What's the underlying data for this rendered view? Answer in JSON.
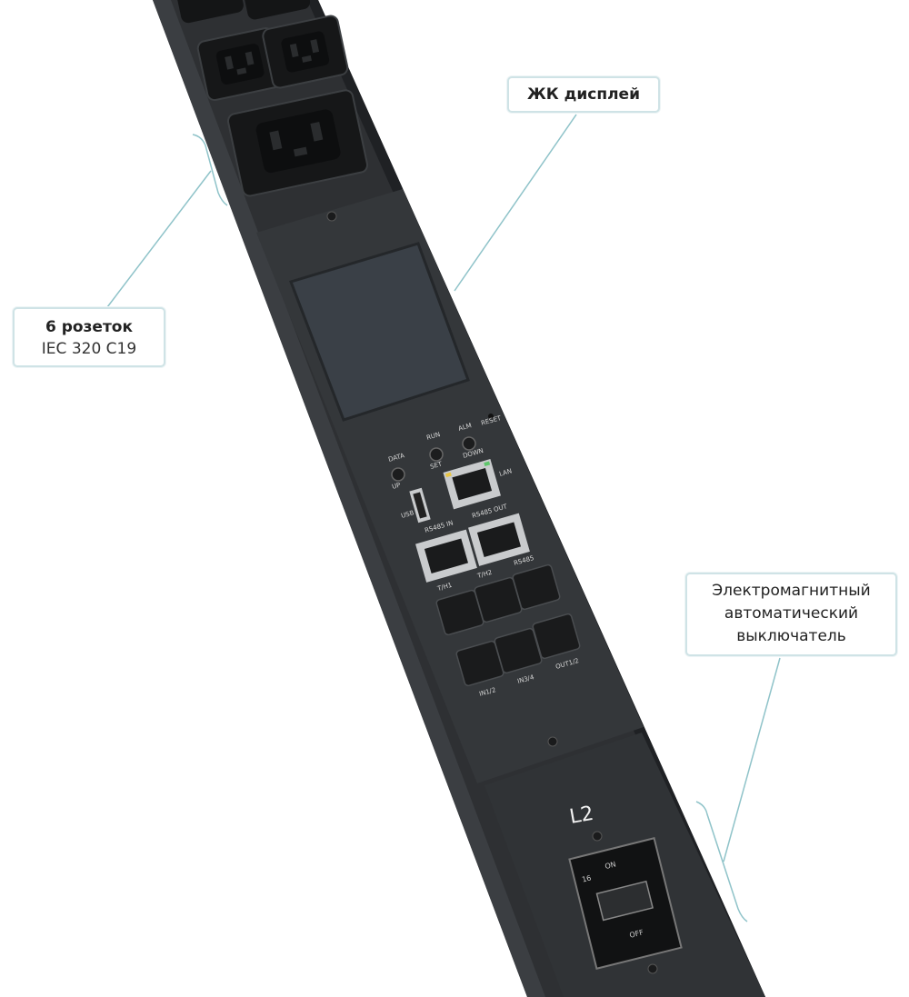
{
  "callouts": {
    "outlets": {
      "title": "6 розеток",
      "subtitle": "IEC 320 C19"
    },
    "lcd": {
      "title": "ЖК дисплей"
    },
    "breaker": {
      "line1": "Электромагнитный",
      "line2": "автоматический",
      "line3": "выключатель"
    }
  },
  "device_labels": {
    "phase": "L2",
    "data": "DATA",
    "up": "UP",
    "run": "RUN",
    "set": "SET",
    "alm": "ALM",
    "down": "DOWN",
    "reset": "RESET",
    "lan": "LAN",
    "usb": "USB",
    "rs485_in": "RS485 IN",
    "rs485_out": "RS485 OUT",
    "th1": "T/H1",
    "th2": "T/H2",
    "rs485": "RS485",
    "in1_2": "IN1/2",
    "in3_4": "IN3/4",
    "out1_2": "OUT1/2",
    "on": "ON",
    "off": "OFF",
    "breaker_rating": "16"
  },
  "colors": {
    "pdu_body": "#2e3033",
    "callout_border": "#cfe3e6",
    "leader_line": "#8fc3c9",
    "lcd_screen": "#3a4047",
    "port_silver": "#c9cbcd"
  }
}
